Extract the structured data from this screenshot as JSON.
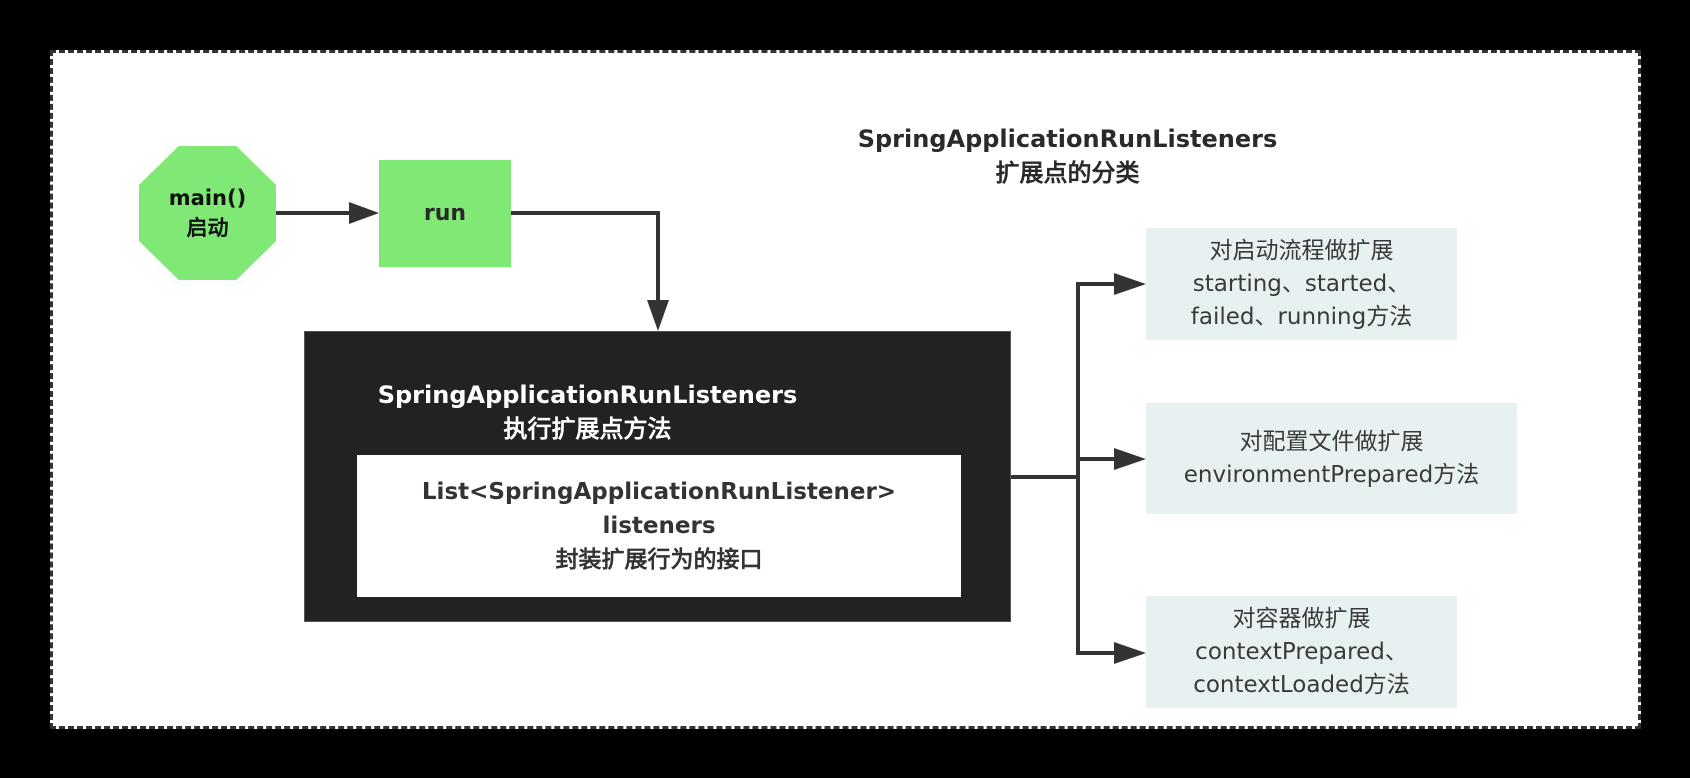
{
  "diagram": {
    "title": {
      "line1": "SpringApplicationRunListeners",
      "line2": "扩展点的分类"
    },
    "nodes": {
      "start": {
        "line1": "main()",
        "line2": "启动"
      },
      "run": {
        "label": "run"
      },
      "listeners_container": {
        "line1": "SpringApplicationRunListeners",
        "line2": "执行扩展点方法"
      },
      "listeners_list": {
        "line1": "List<SpringApplicationRunListener>",
        "line2": "listeners",
        "line3": "封装扩展行为的接口"
      },
      "extensions": [
        {
          "line1": "对启动流程做扩展",
          "line2": "starting、started、",
          "line3": "failed、running方法"
        },
        {
          "line1": "对配置文件做扩展",
          "line2": "environmentPrepared方法"
        },
        {
          "line1": "对容器做扩展",
          "line2": "contextPrepared、",
          "line3": "contextLoaded方法"
        }
      ]
    },
    "edges": [
      {
        "from": "start",
        "to": "run"
      },
      {
        "from": "run",
        "to": "listeners_container"
      },
      {
        "from": "listeners_container",
        "to": "extensions.0"
      },
      {
        "from": "listeners_container",
        "to": "extensions.1"
      },
      {
        "from": "listeners_container",
        "to": "extensions.2"
      }
    ],
    "colors": {
      "start_fill": "#80e874",
      "run_fill": "#80e874",
      "container_fill": "#222222",
      "extension_fill": "#e8f1f1",
      "edge": "#333333"
    }
  }
}
